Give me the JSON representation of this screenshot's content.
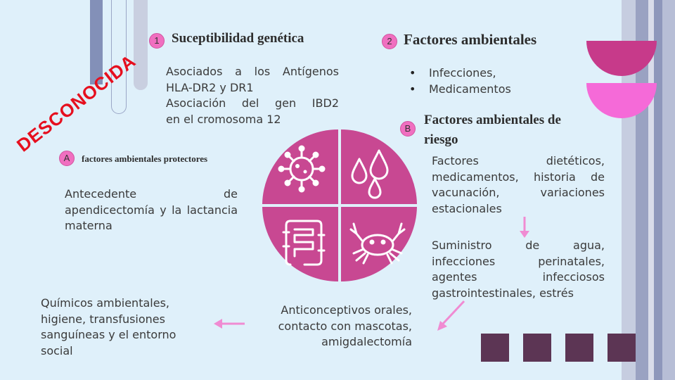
{
  "title_vertical": "DESCONOCIDA",
  "section1": {
    "number": "1",
    "title": "Suceptibilidad genética",
    "lines": [
      "Asociados a los Antígenos",
      "HLA-DR2 y DR1",
      "Asociación del gen IBD2",
      "en el cromosoma 12"
    ]
  },
  "section2": {
    "number": "2",
    "title": "Factores ambientales",
    "bullets": [
      "Infecciones,",
      "Medicamentos"
    ]
  },
  "sectionA": {
    "letter": "A",
    "title": "factores ambientales protectores",
    "text": "Antecedente de apendicectomía y la lactancia materna"
  },
  "sectionB": {
    "letter": "B",
    "title_line1": "Factores ambientales de",
    "title_line2": "riesgo",
    "text1": "Factores dietéticos, medicamentos, historia de vacunación, variaciones estacionales",
    "text2": "Suministro de agua, infecciones perinatales, agentes infecciosos gastrointestinales, estrés"
  },
  "bottom_center": {
    "lines": [
      "Anticonceptivos orales,",
      "contacto con mascotas,",
      "amigdalectomía"
    ]
  },
  "bottom_left": {
    "lines": [
      "Químicos ambientales,",
      "higiene, transfusiones",
      "sanguíneas y el entorno",
      "social"
    ]
  },
  "colors": {
    "background": "#dff0fa",
    "accent_pink": "#f06fc0",
    "pie_magenta": "#c84892",
    "deep_magenta": "#c73a8a",
    "dark_plum": "#5c3554",
    "red_text": "#e60f1e"
  },
  "icons": [
    "virus-icon",
    "water-drops-icon",
    "intestine-icon",
    "crab-icon"
  ]
}
